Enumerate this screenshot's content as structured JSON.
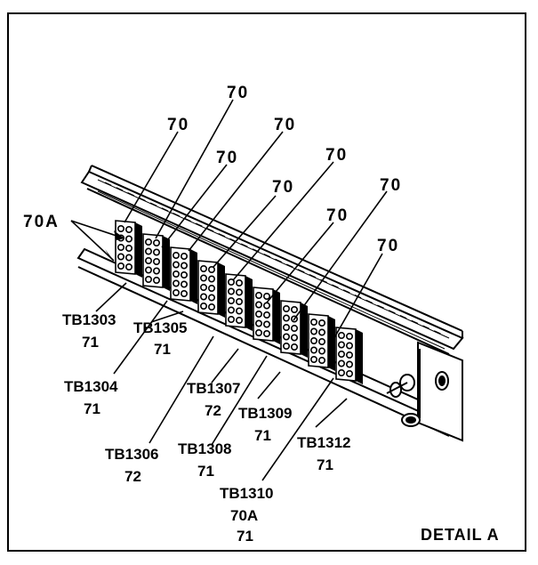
{
  "detail_label": "DETAIL A",
  "callouts": [
    {
      "id": "c70a",
      "text": "70A"
    },
    {
      "id": "c70_1",
      "text": "70"
    },
    {
      "id": "c70_2",
      "text": "70"
    },
    {
      "id": "c70_3",
      "text": "70"
    },
    {
      "id": "c70_4",
      "text": "70"
    },
    {
      "id": "c70_5",
      "text": "70"
    },
    {
      "id": "c70_6",
      "text": "70"
    },
    {
      "id": "c70_7",
      "text": "70"
    },
    {
      "id": "c70_8",
      "text": "70"
    },
    {
      "id": "c70_9",
      "text": "70"
    }
  ],
  "terminal_boards": [
    {
      "name": "TB1303",
      "ref": "71"
    },
    {
      "name": "TB1304",
      "ref": "71"
    },
    {
      "name": "TB1305",
      "ref": "71"
    },
    {
      "name": "TB1306",
      "ref": "72"
    },
    {
      "name": "TB1307",
      "ref": "72"
    },
    {
      "name": "TB1308",
      "ref": "71"
    },
    {
      "name": "TB1309",
      "ref": "71"
    },
    {
      "name": "TB1310",
      "ref": "70A",
      "ref2": "71"
    },
    {
      "name": "TB1312",
      "ref": "71"
    }
  ]
}
